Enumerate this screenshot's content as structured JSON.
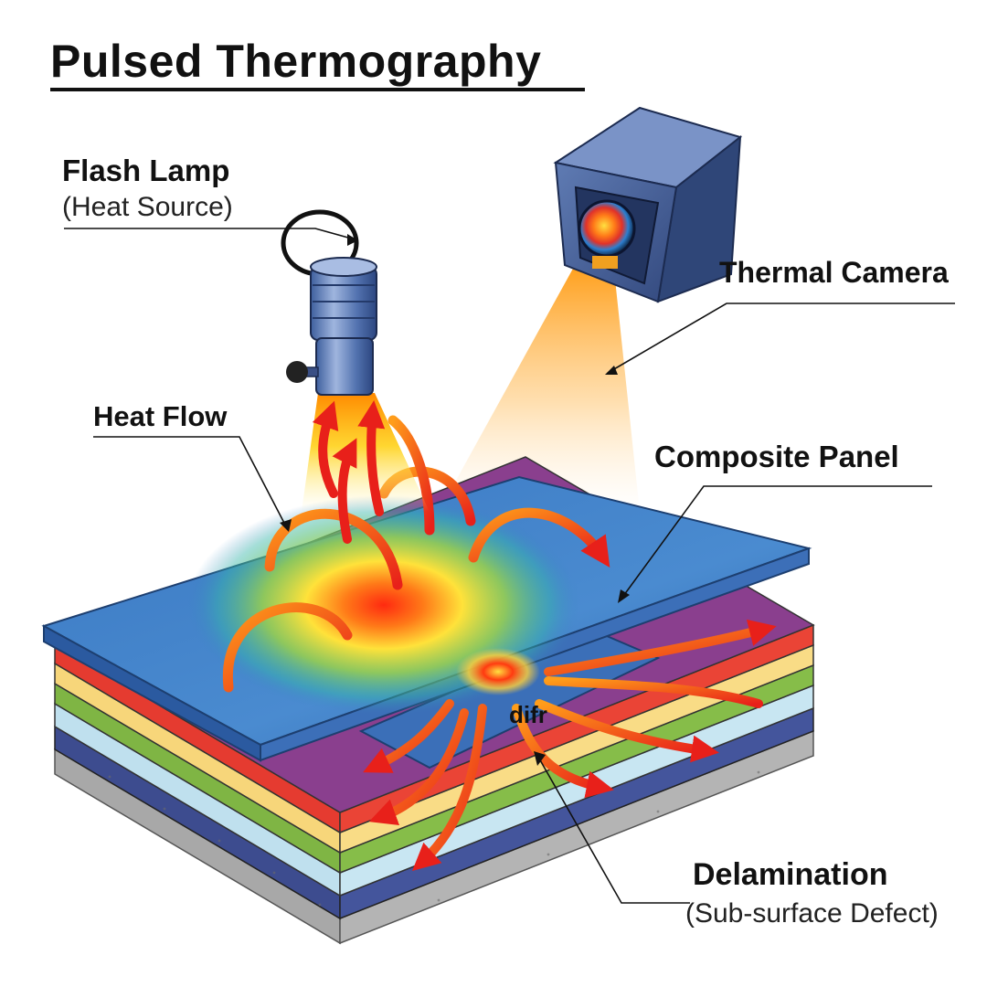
{
  "diagram": {
    "title": "Pulsed Thermography",
    "labels": {
      "flash_lamp": "Flash Lamp",
      "flash_lamp_sub": "(Heat Source)",
      "heat_flow": "Heat Flow",
      "thermal_camera": "Thermal Camera",
      "composite_panel": "Composite Panel",
      "delamination": "Delamination",
      "delamination_sub": "(Sub-surface Defect)",
      "defect_mark": "difr"
    },
    "colors": {
      "panel": "#3f7fc4",
      "hot": "#ff2a10",
      "warm": "#ffe23a",
      "layers": [
        "#e53b30",
        "#f7d67a",
        "#7fb544",
        "#bfe0ee",
        "#3d4c8f",
        "#a8a8a8"
      ],
      "defect": "#8a3f8e"
    }
  }
}
